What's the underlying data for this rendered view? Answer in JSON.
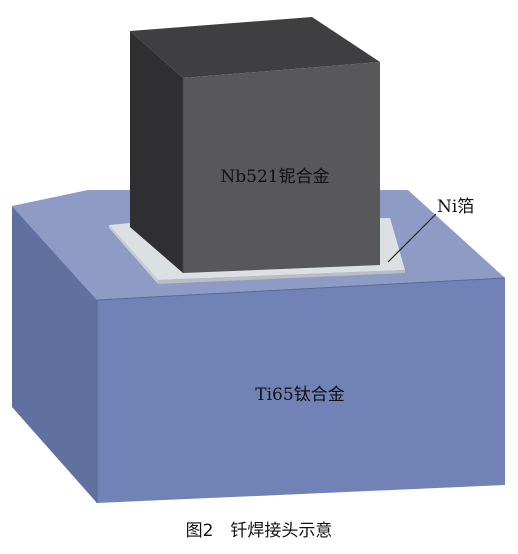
{
  "labels": {
    "top_block": "Nb521铌合金",
    "foil": "Ni箔",
    "base_block": "Ti65钛合金"
  },
  "caption": "图2　钎焊接头示意",
  "colors": {
    "base_top": "#8e9bc5",
    "base_front": "#7182b6",
    "base_side": "#60709f",
    "foil_top": "#dde0e3",
    "foil_edge": "#b9bec4",
    "block_front": "#58585b",
    "block_top": "#3f3f42",
    "block_side": "#2f2f32",
    "leader_line": "#222222"
  }
}
